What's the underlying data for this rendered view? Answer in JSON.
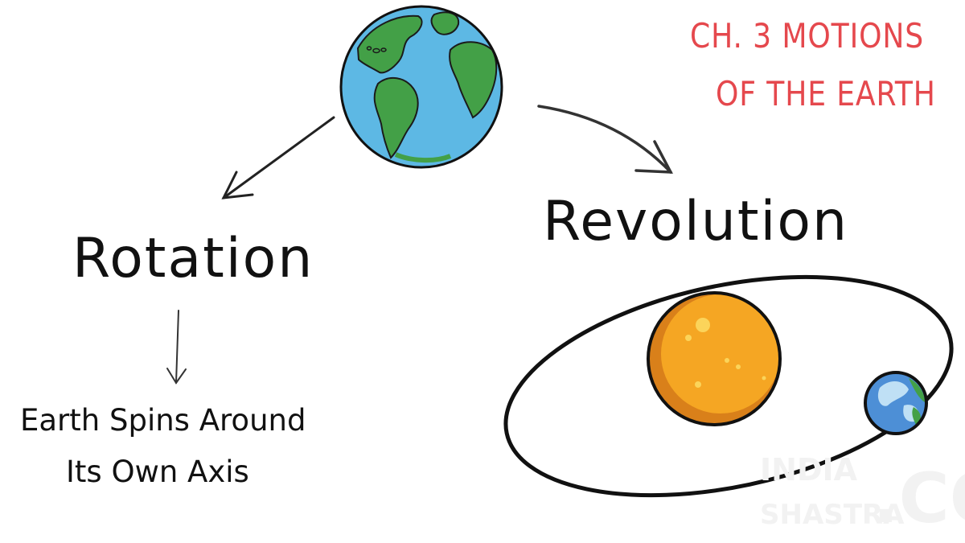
{
  "title": {
    "line1": "CH. 3 MOTIONS",
    "line2": "OF THE EARTH"
  },
  "labels": {
    "rotation": "Rotation",
    "revolution": "Revolution",
    "rotation_desc_line1": "Earth Spins Around",
    "rotation_desc_line2": "Its Own Axis"
  },
  "watermark": {
    "line1": "INDIA",
    "line2": "SHASTRA",
    "line3": ".CO"
  },
  "colors": {
    "title": "#e5484d",
    "ocean": "#5db8e4",
    "land": "#43a047",
    "sun": "#f5a623",
    "outline": "#111111"
  },
  "icons": {
    "top": "earth-globe-icon",
    "sun": "sun-icon",
    "orbiting": "small-earth-icon"
  }
}
